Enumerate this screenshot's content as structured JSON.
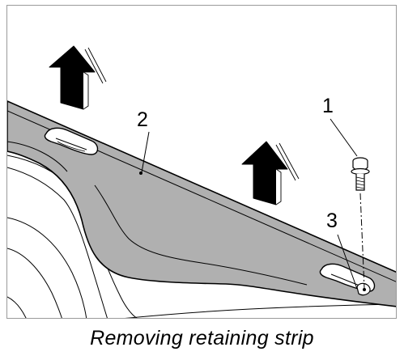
{
  "figure": {
    "callouts": {
      "bolt": "1",
      "retaining_strip": "2",
      "clip_slot": "3"
    },
    "icons": {
      "arrow": "lift-up-arrow-icon",
      "bolt": "bolt-icon"
    },
    "colors": {
      "strip_fill": "#b0b0b0",
      "outline": "#000000",
      "arrow": "#000000",
      "frame": "#9a9a9a"
    }
  },
  "caption": "Removing retaining strip"
}
